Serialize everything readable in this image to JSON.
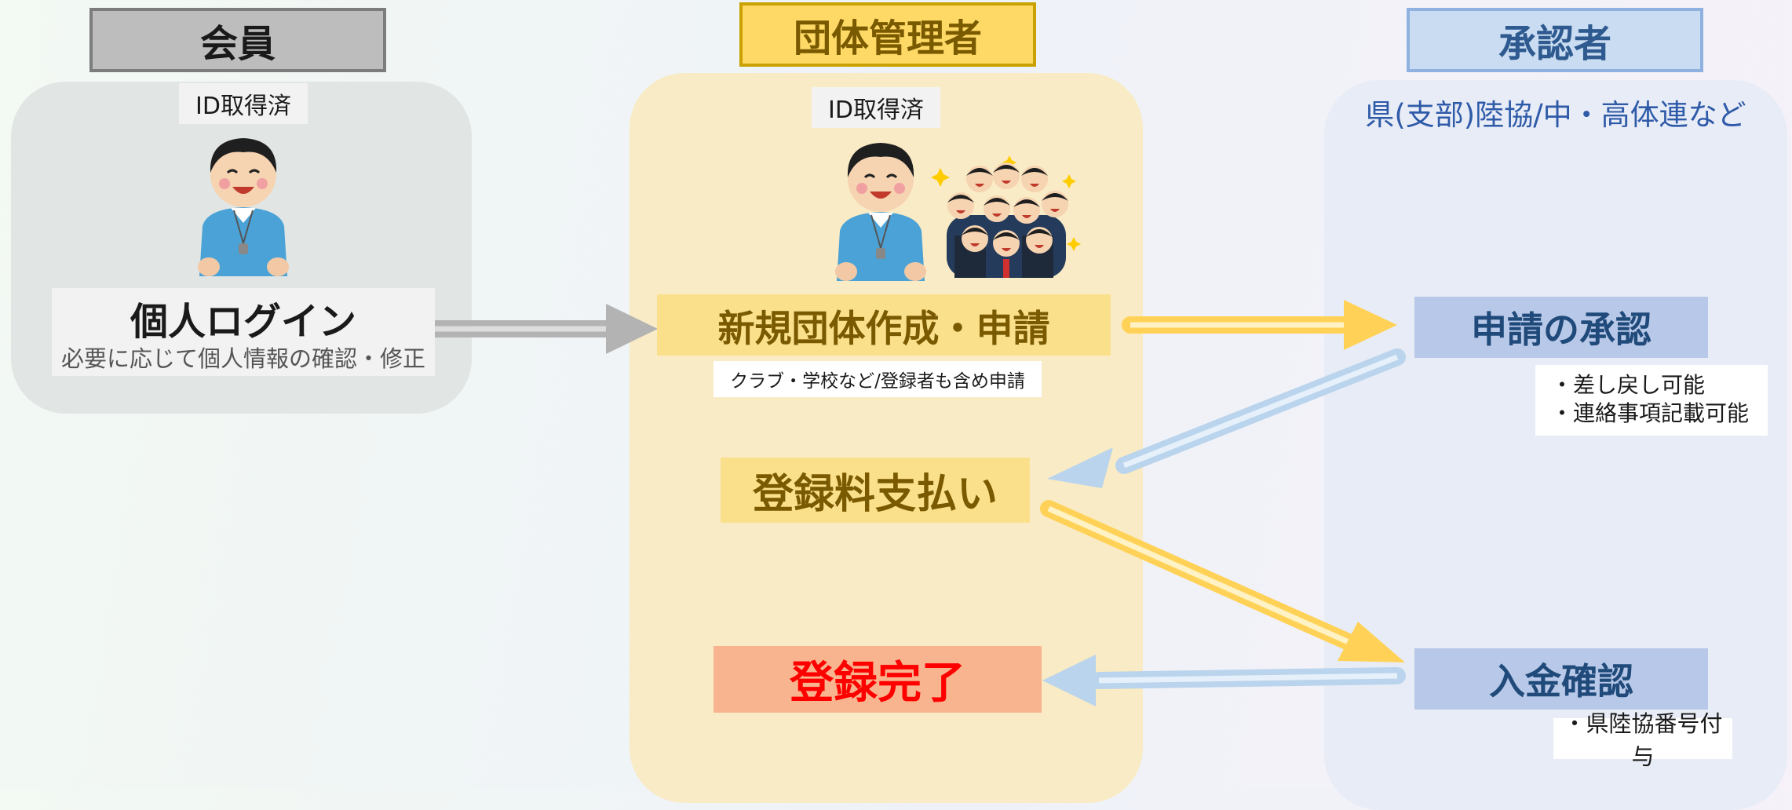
{
  "columns": {
    "member": {
      "header": "会員",
      "id_label": "ID取得済",
      "step_title": "個人ログイン",
      "step_sub": "必要に応じて個人情報の確認・修正"
    },
    "admin": {
      "header": "団体管理者",
      "id_label": "ID取得済",
      "step_create": "新規団体作成・申請",
      "step_create_note": "クラブ・学校など/登録者も含め申請",
      "step_pay": "登録料支払い",
      "step_done": "登録完了"
    },
    "approver": {
      "header": "承認者",
      "subtitle": "県(支部)陸協/中・高体連など",
      "step_approve": "申請の承認",
      "approve_notes": [
        "・差し戻し可能",
        "・連絡事項記載可能"
      ],
      "step_confirm": "入金確認",
      "confirm_note": "・県陸協番号付与"
    }
  },
  "colors": {
    "member_panel": "#e1e5e4",
    "member_header": "#bdbdbd",
    "admin_panel": "#f9ebc5",
    "admin_header": "#ffd966",
    "admin_step": "#fbe08c",
    "done_step": "#f8b48e",
    "done_text": "#ff0000",
    "approver_panel": "#e8ecf7",
    "approver_header": "#c9dcf2",
    "approver_step": "#b8c8e8",
    "approver_text": "#2e5a8f",
    "arrow_gray": "#b3b3b3",
    "arrow_yellow": "#ffd257",
    "arrow_blue": "#b9d4ec"
  },
  "icons": [
    "staff-person-icon",
    "group-cheering-icon"
  ]
}
